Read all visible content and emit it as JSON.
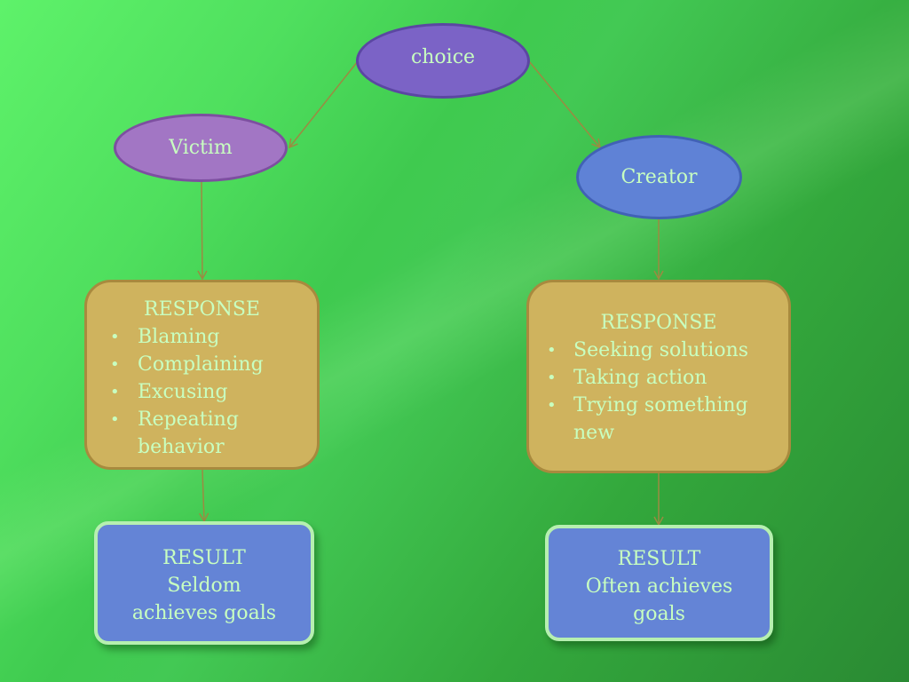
{
  "nodes": {
    "choice": "choice",
    "victim": "Victim",
    "creator": "Creator"
  },
  "response_left": {
    "title": "RESPONSE",
    "items": [
      "Blaming",
      "Complaining",
      "Excusing",
      "Repeating behavior"
    ]
  },
  "response_right": {
    "title": "RESPONSE",
    "items": [
      "Seeking solutions",
      "Taking action",
      "Trying something new"
    ]
  },
  "result_left": {
    "title": "RESULT",
    "lines": [
      "Seldom",
      "achieves goals"
    ]
  },
  "result_right": {
    "title": "RESULT",
    "lines": [
      "Often achieves",
      "goals"
    ]
  },
  "colors": {
    "text": "#c8ffc0",
    "connector": "#9c8a42",
    "choice": "#7b63c6",
    "victim": "#a276c4",
    "creator": "#5f82d6",
    "response": "#cfb35e",
    "result": "#6484d6"
  }
}
